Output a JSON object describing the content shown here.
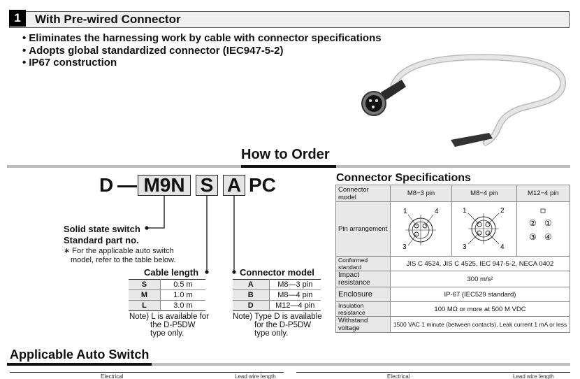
{
  "section": {
    "number": "1",
    "title": "With Pre-wired Connector"
  },
  "features": [
    "Eliminates the harnessing work by cable with connector specifications",
    "Adopts global standardized connector (IEC947-5-2)",
    "IP67 construction"
  ],
  "how_to_order": {
    "title": "How to Order",
    "code": {
      "prefix": "D",
      "part": "M9N",
      "cable": "S",
      "connector": "A",
      "suffix": "PC"
    },
    "switch_label_1": "Solid state switch",
    "switch_label_2": "Standard part no.",
    "switch_note_1": "∗ For the applicable auto switch",
    "switch_note_2": "model, refer to the table below.",
    "cable_length": {
      "title": "Cable length",
      "rows": [
        {
          "key": "S",
          "value": "0.5 m"
        },
        {
          "key": "M",
          "value": "1.0 m"
        },
        {
          "key": "L",
          "value": "3.0 m"
        }
      ],
      "note": [
        "Note) L is available for",
        "the D-P5DW",
        "type only."
      ]
    },
    "connector_model": {
      "title": "Connector model",
      "rows": [
        {
          "key": "A",
          "value": "M8—3 pin"
        },
        {
          "key": "B",
          "value": "M8—4 pin"
        },
        {
          "key": "D",
          "value": "M12—4 pin"
        }
      ],
      "note": [
        "Note) Type D is available",
        "for the D-P5DW",
        "type only."
      ]
    }
  },
  "connector_specs": {
    "title": "Connector Specifications",
    "header": [
      "Connector model",
      "M8−3 pin",
      "M8−4 pin",
      "M12−4 pin"
    ],
    "pin_arrangement_label": "Pin arrangement",
    "pins_m8_3": [
      "1",
      "4",
      "3"
    ],
    "pins_m8_4": [
      "1",
      "2",
      "3",
      "4"
    ],
    "pins_m12_4": [
      "②",
      "①",
      "③",
      "④"
    ],
    "rows": [
      {
        "label": "Conformed standard",
        "value": "JIS C 4524, JIS C 4525, IEC 947-5-2, NECA 0402"
      },
      {
        "label": "Impact resistance",
        "value": "300 m/s²"
      },
      {
        "label": "Enclosure",
        "value": "IP-67 (IEC529 standard)"
      },
      {
        "label": "Insulation resistance",
        "value": "100 MΩ or more at 500 M VDC"
      },
      {
        "label": "Withstand voltage",
        "value": "1500 VAC 1 minute (between contacts), Leak current 1 mA or less"
      }
    ]
  },
  "applicable": {
    "title": "Applicable Auto Switch",
    "partial_headers": [
      "Electrical",
      "Lead wire length",
      "Electrical",
      "Lead wire length"
    ]
  }
}
